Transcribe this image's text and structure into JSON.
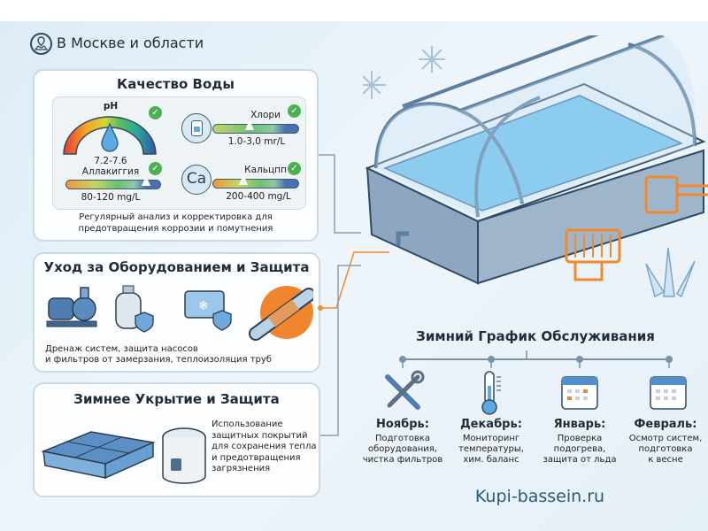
{
  "header": {
    "location": "В Москве и области",
    "icon": "map-pin-icon"
  },
  "water_quality": {
    "title": "Качество Воды",
    "ph": {
      "label": "pH",
      "range": "7.2-7.6"
    },
    "alkalinity": {
      "label": "Аллакиггия",
      "range": "80-120 mg/L",
      "level": 0.8
    },
    "chlorine": {
      "label": "Хлори",
      "range": "1.0-3,0 mr/L",
      "level": 0.37
    },
    "calcium": {
      "label": "Кальцпп",
      "symbol": "Ca",
      "range": "200-400 mg/L",
      "level": 0.3
    },
    "note_line1": "Регулярный анализ и корректировка для",
    "note_line2": "предотвращения коррозии и помутнения"
  },
  "equipment": {
    "title": "Уход за Оборудованием и Защита",
    "text_line1": "Дренаж систем, защита насосов",
    "text_line2": "и фильтров от замерзания, теплоизоляция труб"
  },
  "cover": {
    "title": "Зимнее Укрытие и Защита",
    "text": [
      "Использование",
      "защитных покрытий",
      "для сохранения тепла",
      "и предотвращения",
      "загрязнения"
    ]
  },
  "schedule": {
    "title": "Зимний График Обслуживания",
    "months": [
      {
        "name": "Ноябрь:",
        "lines": [
          "Подготовка",
          "оборудования,",
          "чистка фильтров"
        ],
        "icon": "tools-icon"
      },
      {
        "name": "Декабрь:",
        "lines": [
          "Мониторинг",
          "температуры,",
          "хим. баланс"
        ],
        "icon": "thermometer-icon"
      },
      {
        "name": "Январь:",
        "lines": [
          "Проверка",
          "подогрева,",
          "защита от льда"
        ],
        "icon": "calendar-icon"
      },
      {
        "name": "Февраль:",
        "lines": [
          "Осмотр систем,",
          "подготовка",
          "к весне"
        ],
        "icon": "calendar-icon"
      }
    ]
  },
  "footer": {
    "site": "Kupi-bassein.ru"
  },
  "colors": {
    "accent": "#f08a2c",
    "text": "#1f2d3a",
    "site": "#2b5a78",
    "check": "#4caf50"
  }
}
